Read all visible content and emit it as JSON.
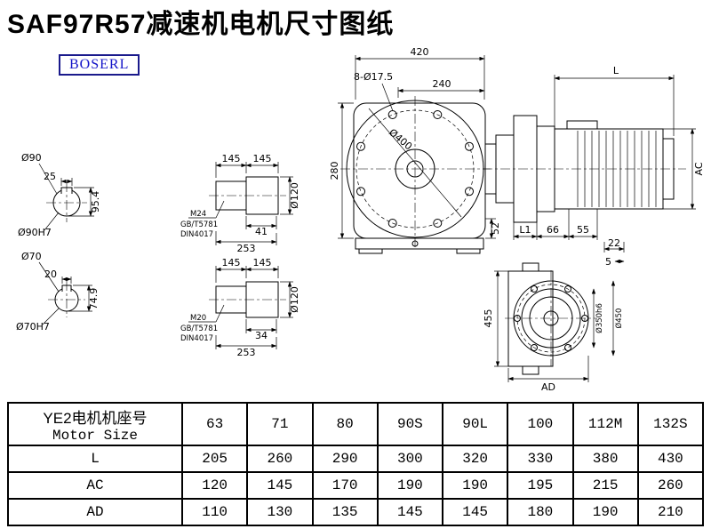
{
  "page": {
    "title": "SAF97R57减速机电机尺寸图纸",
    "logo": "BOSERL"
  },
  "drawing": {
    "shaft_section_top": {
      "diameter": "Ø90",
      "keyway_width": "25",
      "height": "95.4",
      "fit": "Ø90H7"
    },
    "shaft_section_bottom": {
      "diameter": "Ø70",
      "keyway_width": "20",
      "height": "74.9",
      "fit": "Ø70H7"
    },
    "shaft_side_top": {
      "seg1": "145",
      "seg2": "145",
      "diameter": "Ø120",
      "thread": "M24",
      "standard1": "GB/T5781",
      "standard2": "DIN4017",
      "key_length": "41",
      "total_length": "253"
    },
    "shaft_side_bottom": {
      "seg1": "145",
      "seg2": "145",
      "diameter": "Ø120",
      "thread": "M20",
      "standard1": "GB/T5781",
      "standard2": "DIN4017",
      "key_length": "34",
      "total_length": "253"
    },
    "front_view": {
      "overall_width": "420",
      "flange_offset": "240",
      "bolt_pattern": "8-Ø17.5",
      "body_diameter": "Ø400",
      "height": "280",
      "foot_width": "52"
    },
    "side_view": {
      "motor_length": "L",
      "motor_height": "AC",
      "l1": "L1",
      "dim66": "66",
      "dim55": "55",
      "dim22": "22",
      "dim5": "5"
    },
    "flange_view": {
      "height": "455",
      "spigot_diameter": "Ø350h6",
      "flange_diameter": "Ø450",
      "ad": "AD"
    }
  },
  "table": {
    "header_cn": "YE2电机机座号",
    "header_en": "Motor Size",
    "columns": [
      "63",
      "71",
      "80",
      "90S",
      "90L",
      "100",
      "112M",
      "132S"
    ],
    "rows": [
      {
        "label": "L",
        "values": [
          "205",
          "260",
          "290",
          "300",
          "320",
          "330",
          "380",
          "430"
        ]
      },
      {
        "label": "AC",
        "values": [
          "120",
          "145",
          "170",
          "190",
          "190",
          "195",
          "215",
          "260"
        ]
      },
      {
        "label": "AD",
        "values": [
          "110",
          "130",
          "135",
          "145",
          "145",
          "180",
          "190",
          "210"
        ]
      }
    ]
  }
}
